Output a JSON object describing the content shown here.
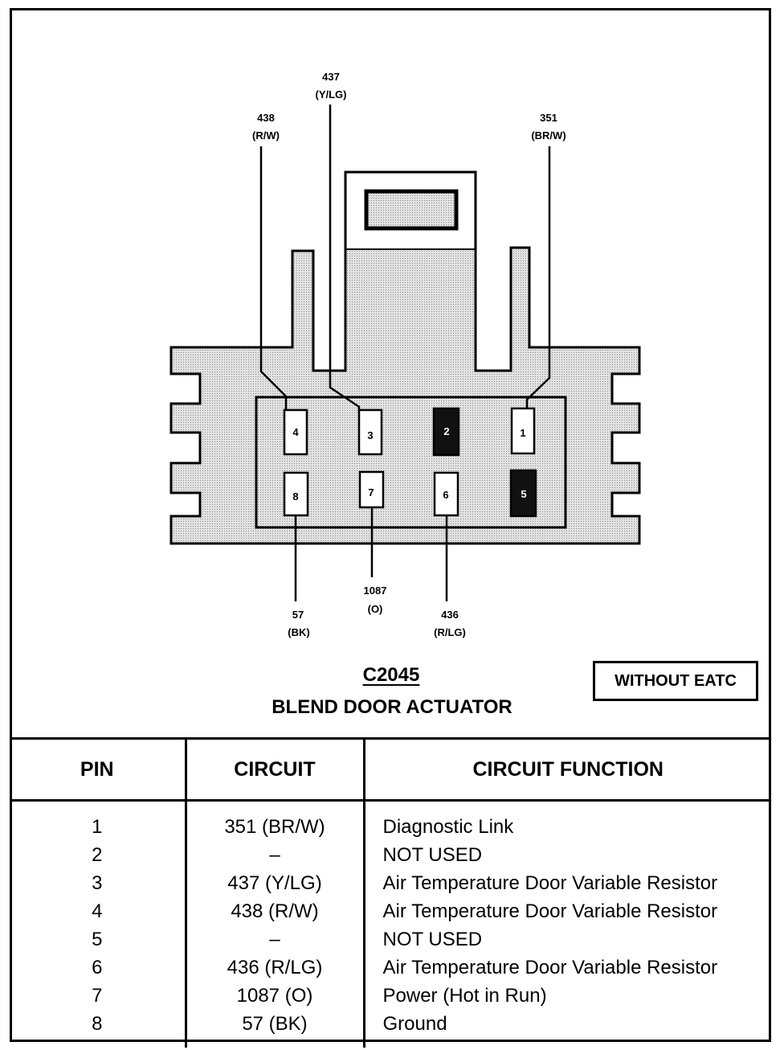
{
  "connector": {
    "id": "C2045",
    "name": "BLEND DOOR ACTUATOR",
    "variant_badge": "WITHOUT EATC"
  },
  "wire_callouts": {
    "w438": {
      "num": "438",
      "color": "(R/W)"
    },
    "w437": {
      "num": "437",
      "color": "(Y/LG)"
    },
    "w351": {
      "num": "351",
      "color": "(BR/W)"
    },
    "w57": {
      "num": "57",
      "color": "(BK)"
    },
    "w1087": {
      "num": "1087",
      "color": "(O)"
    },
    "w436": {
      "num": "436",
      "color": "(R/LG)"
    }
  },
  "cavities": {
    "c1": "1",
    "c2": "2",
    "c3": "3",
    "c4": "4",
    "c5": "5",
    "c6": "6",
    "c7": "7",
    "c8": "8"
  },
  "table": {
    "headers": {
      "pin": "PIN",
      "circuit": "CIRCUIT",
      "function": "CIRCUIT FUNCTION"
    },
    "rows": [
      {
        "pin": "1",
        "circuit": "351 (BR/W)",
        "function": "Diagnostic Link"
      },
      {
        "pin": "2",
        "circuit": "–",
        "function": "NOT USED"
      },
      {
        "pin": "3",
        "circuit": "437 (Y/LG)",
        "function": "Air Temperature Door Variable Resistor"
      },
      {
        "pin": "4",
        "circuit": "438 (R/W)",
        "function": "Air Temperature Door Variable Resistor"
      },
      {
        "pin": "5",
        "circuit": "–",
        "function": "NOT USED"
      },
      {
        "pin": "6",
        "circuit": "436 (R/LG)",
        "function": "Air Temperature Door Variable Resistor"
      },
      {
        "pin": "7",
        "circuit": "1087 (O)",
        "function": "Power (Hot in Run)"
      },
      {
        "pin": "8",
        "circuit": "57 (BK)",
        "function": "Ground"
      }
    ]
  },
  "colors": {
    "ink": "#000000",
    "paper": "#ffffff",
    "housing_shade": "#d9d9d9",
    "unused_cavity": "#111111"
  }
}
